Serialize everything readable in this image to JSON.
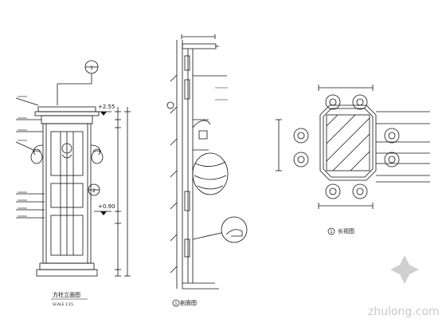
{
  "labels": {
    "elev_high": "+2.55",
    "elev_low": "+0.90",
    "elev_view_title": "方柱立面图",
    "elev_view_scale": "SCALE  1:15",
    "section_title": "剖面图",
    "section_num": "1",
    "plan_title": "长视图",
    "plan_num": "1",
    "callout_top": "1",
    "callout_mid": "2"
  },
  "watermark": {
    "text": "zhulong.com"
  },
  "colors": {
    "line": "#111111",
    "watermark": "#c9c9c9"
  }
}
